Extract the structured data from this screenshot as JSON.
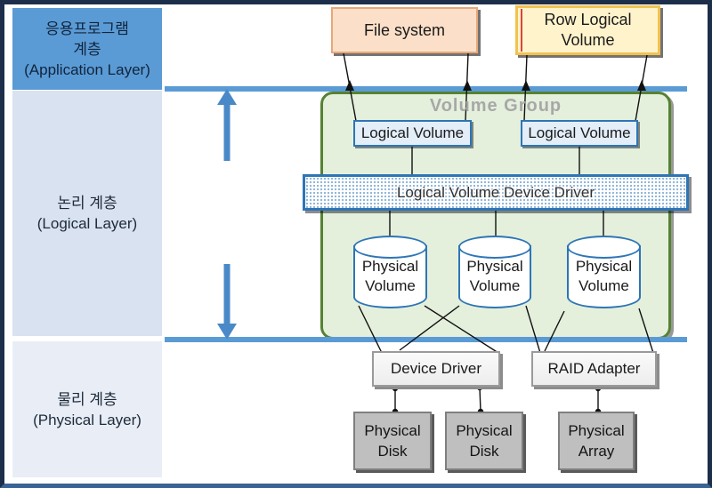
{
  "diagram": {
    "layers": {
      "application": {
        "line1": "응용프로그램",
        "line2": "계층",
        "line3": "(Application Layer)"
      },
      "logical": {
        "line1": "논리 계층",
        "line2": "(Logical Layer)"
      },
      "physical": {
        "line1": "물리 계층",
        "line2": "(Physical Layer)"
      }
    },
    "top_boxes": {
      "file_system": {
        "label": "File system"
      },
      "row_logical_volume": {
        "label": "Row Logical Volume"
      }
    },
    "volume_group": {
      "title": "Volume Group",
      "logical_volumes": [
        {
          "label": "Logical Volume"
        },
        {
          "label": "Logical Volume"
        }
      ],
      "device_driver_bar": {
        "label": "Logical Volume Device Driver"
      },
      "physical_volumes": [
        {
          "label": "Physical Volume"
        },
        {
          "label": "Physical Volume"
        },
        {
          "label": "Physical Volume"
        }
      ]
    },
    "hardware": {
      "device_driver": {
        "label": "Device Driver"
      },
      "raid_adapter": {
        "label": "RAID Adapter"
      },
      "devices": [
        {
          "label": "Physical Disk"
        },
        {
          "label": "Physical Disk"
        },
        {
          "label": "Physical Array"
        }
      ]
    },
    "colors": {
      "layer_line_blue": "#5B9BD5",
      "app_layer_fill": "#5B9BD5",
      "logical_layer_fill": "#D9E2F0",
      "physical_layer_fill": "#E9EEF6",
      "file_system_fill": "#FBDFC8",
      "file_system_border": "#E8A878",
      "row_volume_fill": "#FFF3CC",
      "row_volume_border": "#F2C24E",
      "volume_group_fill": "#E4F0DC",
      "volume_group_border": "#568233",
      "logical_volume_border": "#2E75B6",
      "gray_box_fill": "#BFBFBF",
      "frame_border": "#1C2E4A"
    }
  }
}
